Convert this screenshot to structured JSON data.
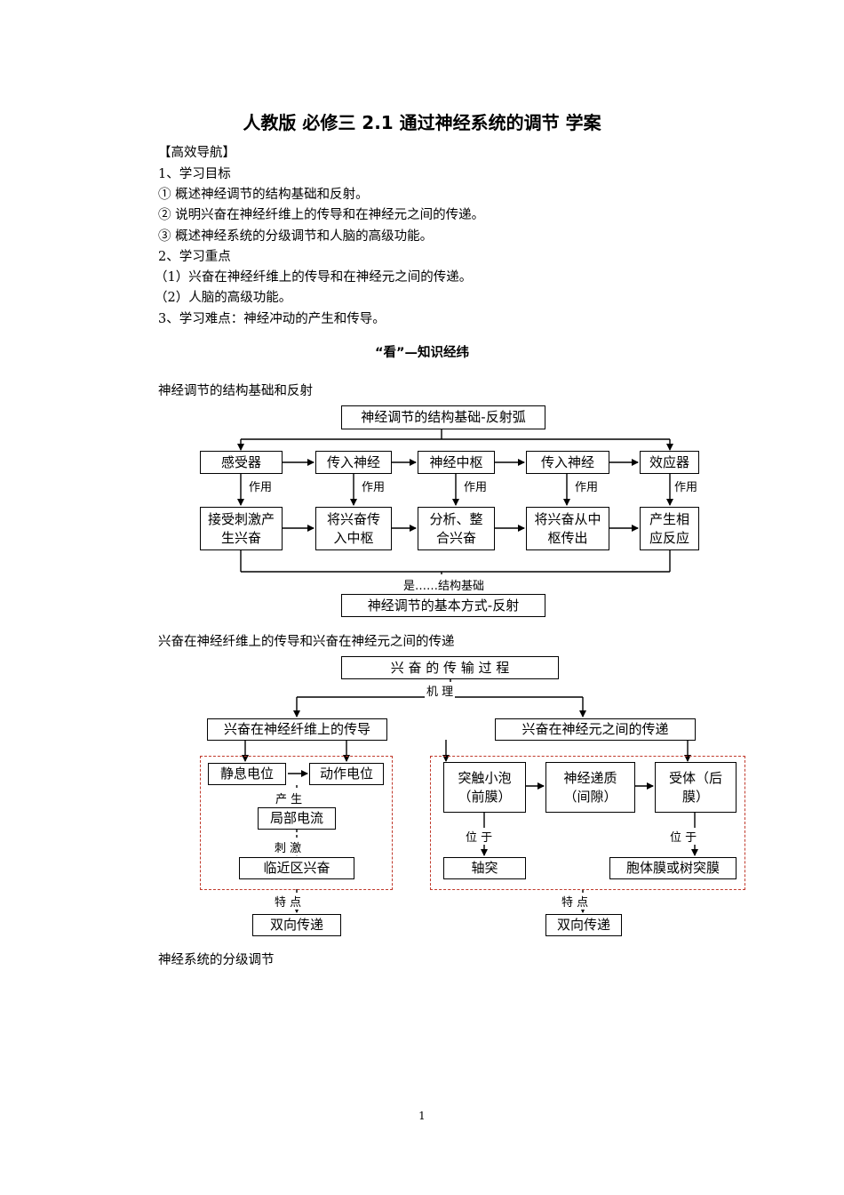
{
  "title": "人教版 必修三 2.1 通过神经系统的调节 学案",
  "guide": {
    "heading": "【高效导航】",
    "lines": [
      "1、学习目标",
      "① 概述神经调节的结构基础和反射。",
      "② 说明兴奋在神经纤维上的传导和在神经元之间的传递。",
      "③ 概述神经系统的分级调节和人脑的高级功能。",
      "2、学习重点",
      "（1）兴奋在神经纤维上的传导和在神经元之间的传递。",
      "（2）人脑的高级功能。",
      "3、学习难点：神经冲动的产生和传导。"
    ]
  },
  "section_heading": "“看”—知识经纬",
  "diagram1": {
    "caption": "神经调节的结构基础和反射",
    "top_box": "神经调节的结构基础-反射弧",
    "row1": [
      "感受器",
      "传入神经",
      "神经中枢",
      "传入神经",
      "效应器"
    ],
    "role_label": "作用",
    "row2": [
      "接受刺激产生兴奋",
      "将兴奋传入中枢",
      "分析、整合兴奋",
      "将兴奋从中枢传出",
      "产生相应反应"
    ],
    "relation_label": "是……结构基础",
    "bottom_box": "神经调节的基本方式-反射"
  },
  "diagram2": {
    "caption": "兴奋在神经纤维上的传导和兴奋在神经元之间的传递",
    "top_box": "兴 奋 的 传 输 过 程",
    "mechanism_label": "机 理",
    "left": {
      "box": "兴奋在神经纤维上的传导",
      "resting": "静息电位",
      "action": "动作电位",
      "produce_label": "产 生",
      "local_current": "局部电流",
      "stimulate_label": "刺 激",
      "neighbor": "临近区兴奋",
      "feature_label": "特 点",
      "result": "双向传递"
    },
    "right": {
      "box": "兴奋在神经元之间的传递",
      "vesicle": "突触小泡（前膜）",
      "transmitter": "神经递质（间隙）",
      "receptor": "受体（后膜）",
      "located_label": "位 于",
      "axon": "轴突",
      "membrane": "胞体膜或树突膜",
      "feature_label": "特 点",
      "result": "双向传递"
    }
  },
  "caption3": "神经系统的分级调节",
  "page_number": "1",
  "colors": {
    "dashed_border": "#c0392b",
    "text": "#000000"
  }
}
